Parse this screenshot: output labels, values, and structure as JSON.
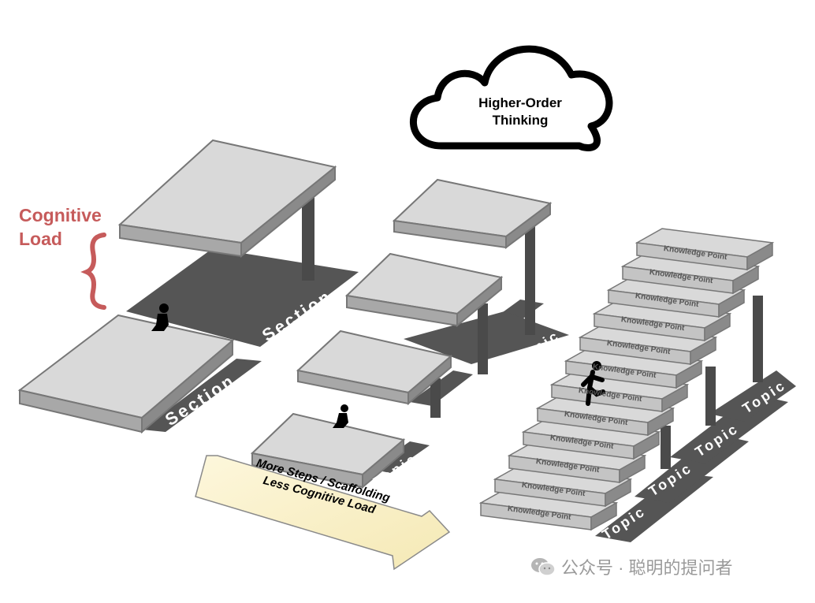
{
  "cloud": {
    "line1": "Higher-Order",
    "line2": "Thinking"
  },
  "cognitive_load": {
    "line1": "Cognitive",
    "line2": "Load"
  },
  "arrow": {
    "line1": "More Steps / Scaffolding",
    "line2": "Less Cognitive Load"
  },
  "labels": {
    "section": "Section",
    "topic": "Topic",
    "knowledge_point": "Knowledge Point"
  },
  "watermark": {
    "text": "公众号 · 聪明的提问者",
    "icon": "wechat-logo-icon"
  },
  "colors": {
    "platform_top": "#d9d9d9",
    "platform_side": "#9e9e9e",
    "shadow": "#555555",
    "pillar": "#4a4a4a",
    "accent_red": "#c65b5b",
    "arrow_fill": "#fbf2cc"
  }
}
